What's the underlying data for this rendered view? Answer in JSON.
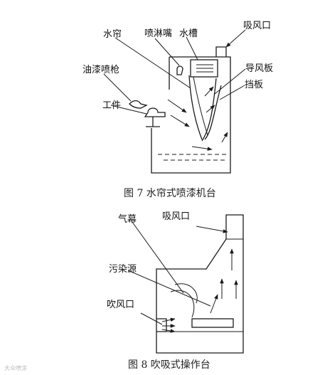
{
  "figure7": {
    "caption": "图 7 水帘式喷漆机台",
    "labels": {
      "water_curtain": "水帘",
      "spray_nozzle": "喷淋嘴",
      "water_tank": "水槽",
      "suction_port": "吸风口",
      "spray_gun": "油漆喷枪",
      "workpiece": "工件",
      "guide_plate": "导风板",
      "baffle": "挡板"
    }
  },
  "figure8": {
    "caption": "图 8 吹吸式操作台",
    "labels": {
      "air_curtain": "气幕",
      "suction_port": "吸风口",
      "pollution_source": "污染源",
      "blow_port": "吹风口"
    }
  },
  "watermark": "大众喷涂"
}
